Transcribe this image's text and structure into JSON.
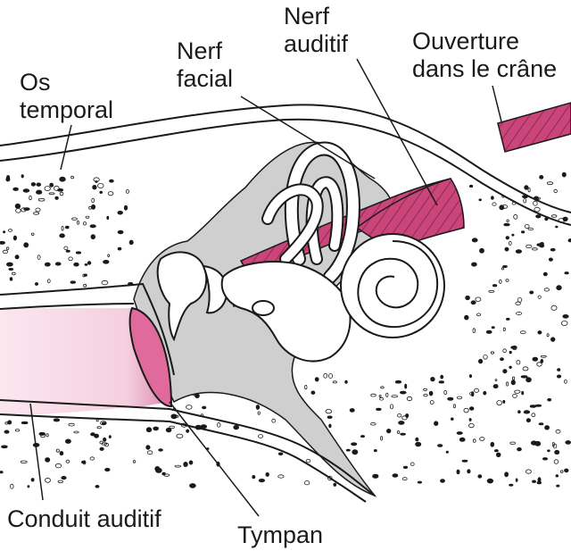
{
  "labels": {
    "os_temporal": [
      "Os",
      "temporal"
    ],
    "nerf_facial": [
      "Nerf",
      "facial"
    ],
    "nerf_auditif": [
      "Nerf",
      "auditif"
    ],
    "ouverture": [
      "Ouverture",
      "dans le crâne"
    ],
    "conduit_auditif": "Conduit auditif",
    "tympan": "Tympan"
  },
  "colors": {
    "nerve": "#c9457a",
    "nerve_dark": "#8c2a55",
    "canal": "#f7dbe6",
    "eardrum": "#e06a9c",
    "cavity": "#c8c8c8",
    "outline": "#1a1a1a",
    "bone": "#ffffff"
  }
}
